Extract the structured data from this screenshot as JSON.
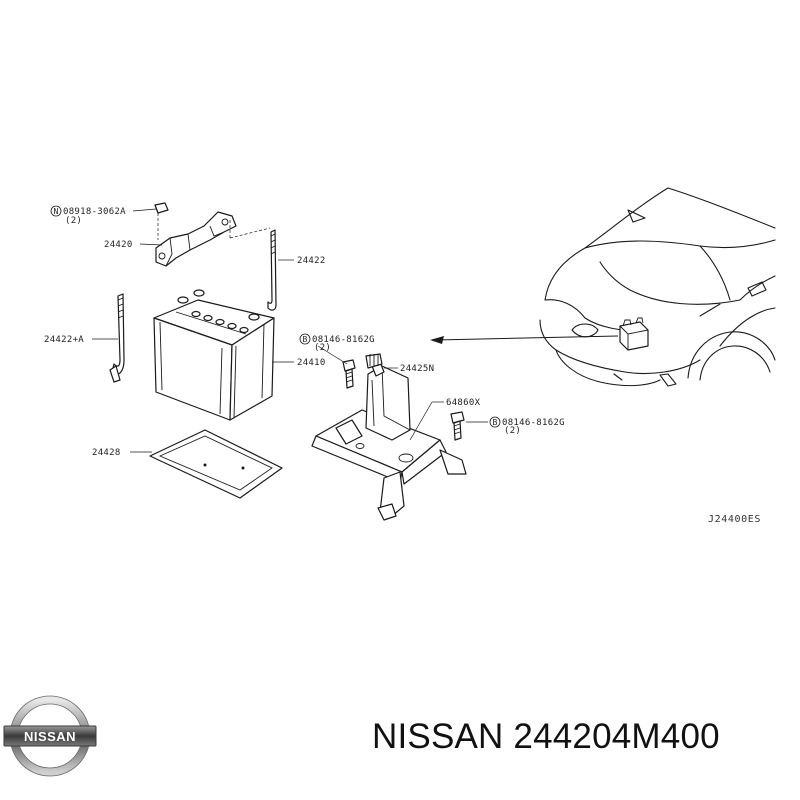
{
  "diagram": {
    "callouts": {
      "bolt_top": "08918-3062A",
      "bolt_top_qty": "(2)",
      "bracket": "24420",
      "rod_right": "24422",
      "rod_left": "24422+A",
      "battery": "24410",
      "tray": "24428",
      "bolt_mid": "08146-8162G",
      "bolt_mid_qty": "(2)",
      "clip": "24425N",
      "support": "64860X",
      "bolt_right": "08146-8162G",
      "bolt_right_qty": "(2)"
    },
    "markers": {
      "n": "N",
      "b1": "B",
      "b2": "B"
    },
    "drawing_code": "J24400ES"
  },
  "footer": {
    "logo_text": "NISSAN",
    "caption": "NISSAN 244204M400"
  }
}
